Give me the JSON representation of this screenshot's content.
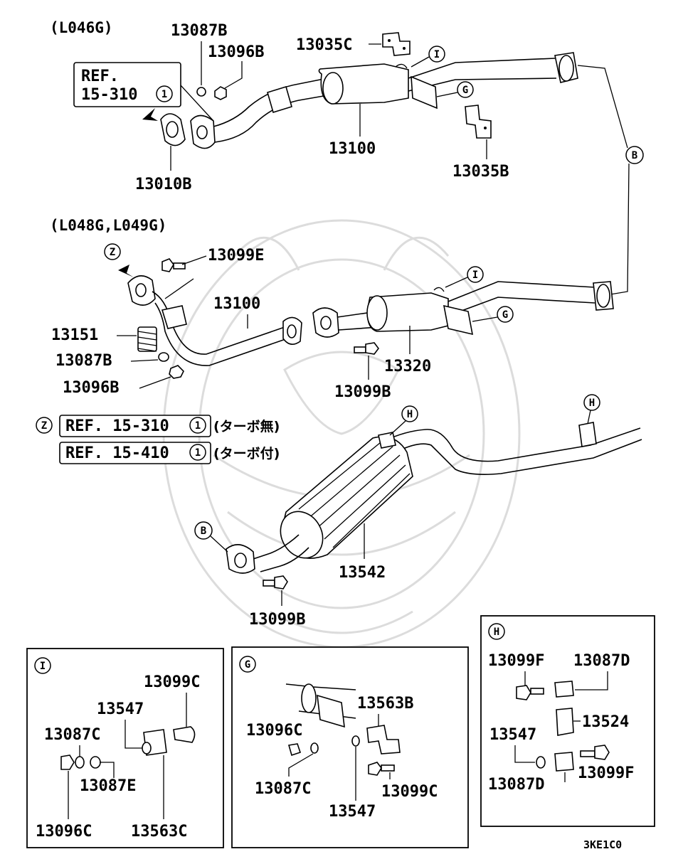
{
  "groups": {
    "top_header": "(L046G)",
    "mid_header": "(L048G,L049G)"
  },
  "parts": {
    "p13087B_top": "13087B",
    "p13096B_top": "13096B",
    "p13035C": "13035C",
    "p13100_top": "13100",
    "p13035B": "13035B",
    "p13010B": "13010B",
    "p13099E": "13099E",
    "p13100_mid": "13100",
    "p13151": "13151",
    "p13087B_mid": "13087B",
    "p13096B_mid": "13096B",
    "p13320": "13320",
    "p13099B_mid": "13099B",
    "p13542": "13542",
    "p13099B_bot": "13099B"
  },
  "refs": {
    "ref_top_line1": "REF.",
    "ref_top_line2": "15-310",
    "ref_top_num": "1",
    "ref_z_text": "REF. 15-310",
    "ref_z_num": "1",
    "ref_z_note": "(ターボ無)",
    "ref_t_text": "REF. 15-410",
    "ref_t_num": "1",
    "ref_t_note": "(ターボ付)"
  },
  "markers": {
    "I": "I",
    "G": "G",
    "B": "B",
    "Z": "Z",
    "H": "H"
  },
  "detail_I": {
    "tag": "I",
    "p13099C": "13099C",
    "p13547": "13547",
    "p13087C": "13087C",
    "p13087E": "13087E",
    "p13096C": "13096C",
    "p13563C": "13563C"
  },
  "detail_G": {
    "tag": "G",
    "p13563B": "13563B",
    "p13096C": "13096C",
    "p13087C": "13087C",
    "p13099C": "13099C",
    "p13547": "13547"
  },
  "detail_H": {
    "tag": "H",
    "p13099F_a": "13099F",
    "p13087D_a": "13087D",
    "p13524": "13524",
    "p13547": "13547",
    "p13099F_b": "13099F",
    "p13087D_b": "13087D"
  },
  "diagram_code": "3KE1C0"
}
